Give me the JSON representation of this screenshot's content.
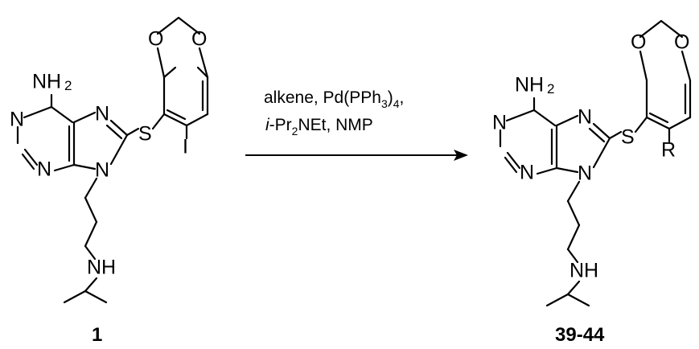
{
  "reactant": {
    "label": "1",
    "atoms": {
      "nh2": "NH",
      "nh2_sub": "2",
      "n1": "N",
      "n3": "N",
      "n7": "N",
      "n9": "N",
      "s": "S",
      "x": "I",
      "o1": "O",
      "o2": "O",
      "nh": "NH"
    }
  },
  "product": {
    "label": "39-44",
    "atoms": {
      "nh2": "NH",
      "nh2_sub": "2",
      "n1": "N",
      "n3": "N",
      "n7": "N",
      "n9": "N",
      "s": "S",
      "x": "R",
      "o1": "O",
      "o2": "O",
      "nh": "NH"
    }
  },
  "conditions": {
    "line1_a": "alkene, Pd(PPh",
    "line1_sub": "3",
    "line1_b": ")",
    "line1_sub2": "4",
    "line1_c": ",",
    "line2_a": "i",
    "line2_b": "-Pr",
    "line2_sub": "2",
    "line2_c": "NEt, NMP"
  }
}
